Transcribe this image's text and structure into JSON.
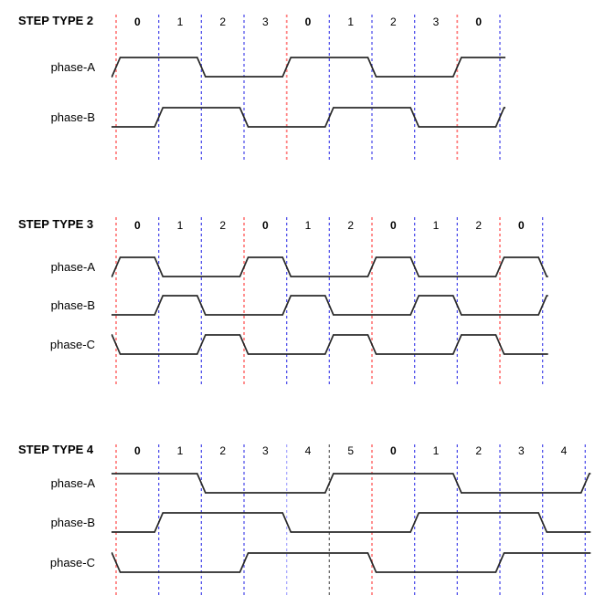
{
  "colors": {
    "red": "#ff8585",
    "blue": "#4747ea",
    "lightblue": "#a3a3ff",
    "black": "#5e5e5e",
    "wave": "#2b2b2b",
    "text": "#000000",
    "background": "#ffffff"
  },
  "diagram": {
    "sections": [
      {
        "title": "STEP TYPE 2",
        "steps": [
          "0",
          "1",
          "2",
          "3",
          "0",
          "1",
          "2",
          "3",
          "0"
        ],
        "boundary_colors": [
          "red",
          "blue",
          "blue",
          "blue",
          "red",
          "blue",
          "blue",
          "blue",
          "red",
          "blue"
        ],
        "phases": [
          {
            "label": "phase-A",
            "pre": 0,
            "levels": [
              1,
              1,
              0,
              0,
              1,
              1,
              0,
              0,
              1
            ],
            "post": 1
          },
          {
            "label": "phase-B",
            "pre": 0,
            "levels": [
              0,
              1,
              1,
              0,
              0,
              1,
              1,
              0,
              0
            ],
            "post": 1
          }
        ]
      },
      {
        "title": "STEP TYPE 3",
        "steps": [
          "0",
          "1",
          "2",
          "0",
          "1",
          "2",
          "0",
          "1",
          "2",
          "0"
        ],
        "boundary_colors": [
          "red",
          "blue",
          "blue",
          "red",
          "blue",
          "blue",
          "red",
          "blue",
          "blue",
          "red",
          "blue"
        ],
        "phases": [
          {
            "label": "phase-A",
            "pre": 0,
            "levels": [
              1,
              0,
              0,
              1,
              0,
              0,
              1,
              0,
              0,
              1
            ],
            "post": 0
          },
          {
            "label": "phase-B",
            "pre": 0,
            "levels": [
              0,
              1,
              0,
              0,
              1,
              0,
              0,
              1,
              0,
              0
            ],
            "post": 1
          },
          {
            "label": "phase-C",
            "pre": 1,
            "levels": [
              0,
              0,
              1,
              0,
              0,
              1,
              0,
              0,
              1,
              0
            ],
            "post": 0
          }
        ]
      },
      {
        "title": "STEP TYPE 4",
        "steps": [
          "0",
          "1",
          "2",
          "3",
          "4",
          "5",
          "0",
          "1",
          "2",
          "3",
          "4"
        ],
        "boundary_colors": [
          "red",
          "blue",
          "blue",
          "blue",
          "lightblue",
          "black",
          "red",
          "blue",
          "blue",
          "blue",
          "blue",
          "blue"
        ],
        "phases": [
          {
            "label": "phase-A",
            "pre": 1,
            "levels": [
              1,
              1,
              0,
              0,
              0,
              1,
              1,
              1,
              0,
              0,
              0
            ],
            "post": 1
          },
          {
            "label": "phase-B",
            "pre": 0,
            "levels": [
              0,
              1,
              1,
              1,
              0,
              0,
              0,
              1,
              1,
              1,
              0
            ],
            "post": 0
          },
          {
            "label": "phase-C",
            "pre": 1,
            "levels": [
              0,
              0,
              0,
              1,
              1,
              1,
              0,
              0,
              0,
              1,
              1
            ],
            "post": 1
          }
        ]
      }
    ]
  }
}
